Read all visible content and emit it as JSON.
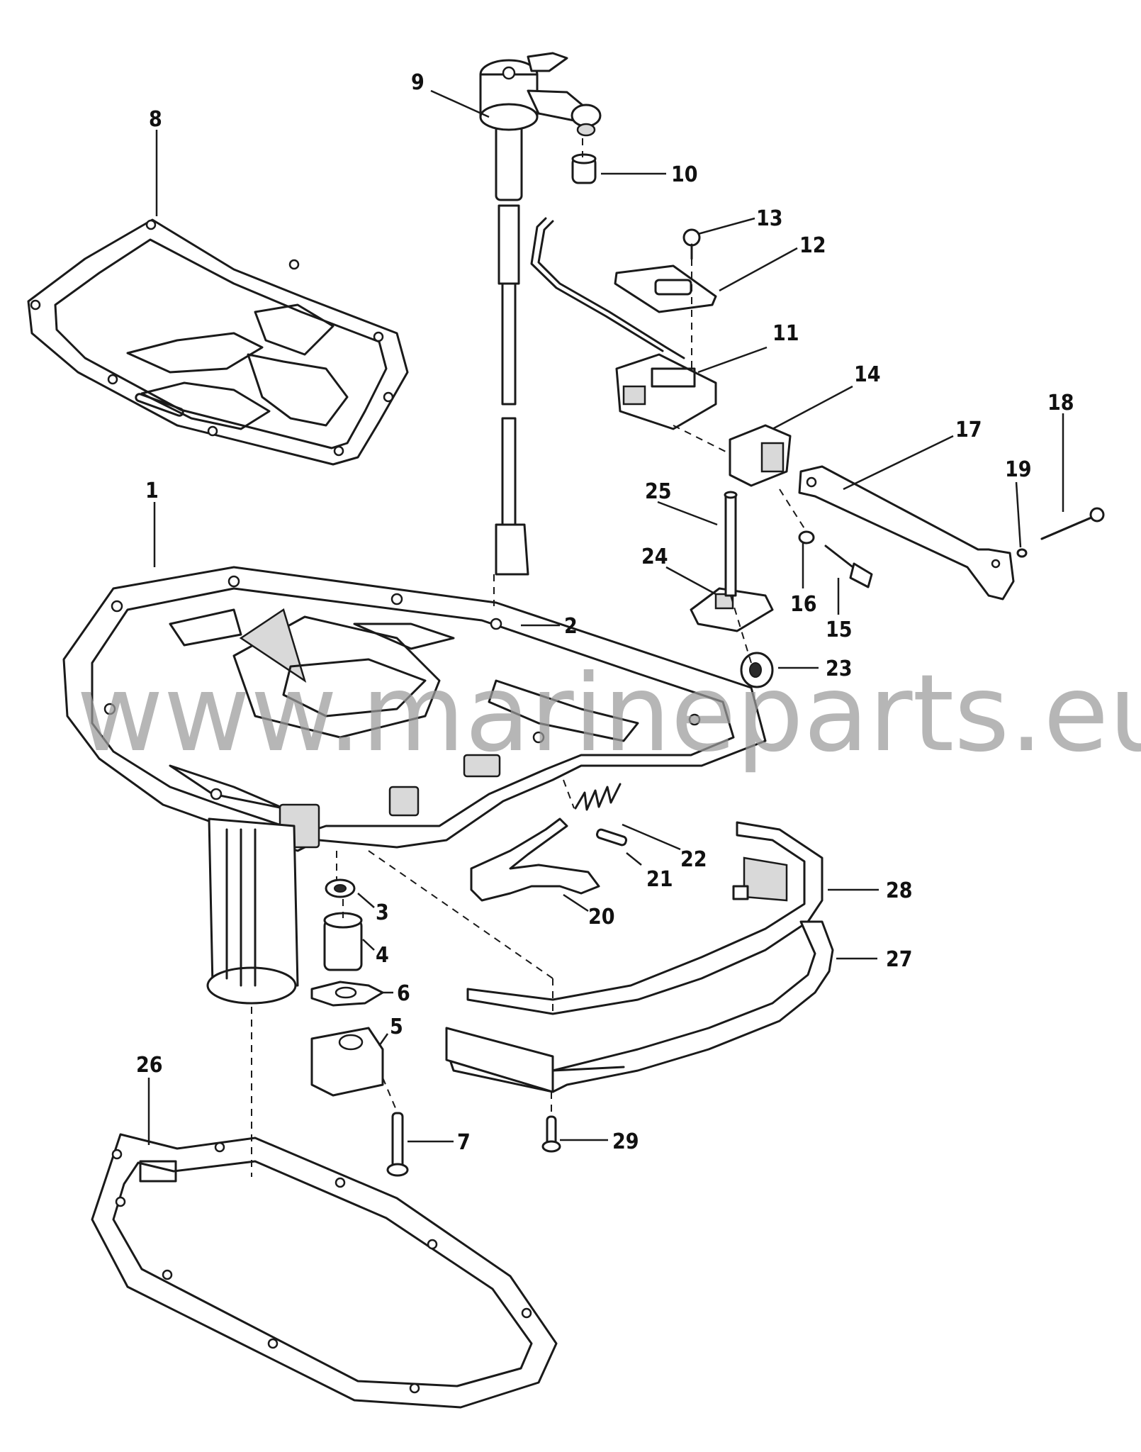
{
  "watermark": "www.marineparts.eu",
  "callouts": [
    {
      "id": "c1",
      "label": "1"
    },
    {
      "id": "c2",
      "label": "2"
    },
    {
      "id": "c3",
      "label": "3"
    },
    {
      "id": "c4",
      "label": "4"
    },
    {
      "id": "c5",
      "label": "5"
    },
    {
      "id": "c6",
      "label": "6"
    },
    {
      "id": "c7",
      "label": "7"
    },
    {
      "id": "c8",
      "label": "8"
    },
    {
      "id": "c9",
      "label": "9"
    },
    {
      "id": "c10",
      "label": "10"
    },
    {
      "id": "c11",
      "label": "11"
    },
    {
      "id": "c12",
      "label": "12"
    },
    {
      "id": "c13",
      "label": "13"
    },
    {
      "id": "c14",
      "label": "14"
    },
    {
      "id": "c15",
      "label": "15"
    },
    {
      "id": "c16",
      "label": "16"
    },
    {
      "id": "c17",
      "label": "17"
    },
    {
      "id": "c18",
      "label": "18"
    },
    {
      "id": "c19",
      "label": "19"
    },
    {
      "id": "c20",
      "label": "20"
    },
    {
      "id": "c21",
      "label": "21"
    },
    {
      "id": "c22",
      "label": "22"
    },
    {
      "id": "c23",
      "label": "23"
    },
    {
      "id": "c24",
      "label": "24"
    },
    {
      "id": "c25",
      "label": "25"
    },
    {
      "id": "c26",
      "label": "26"
    },
    {
      "id": "c27",
      "label": "27"
    },
    {
      "id": "c28",
      "label": "28"
    },
    {
      "id": "c29",
      "label": "29"
    }
  ]
}
